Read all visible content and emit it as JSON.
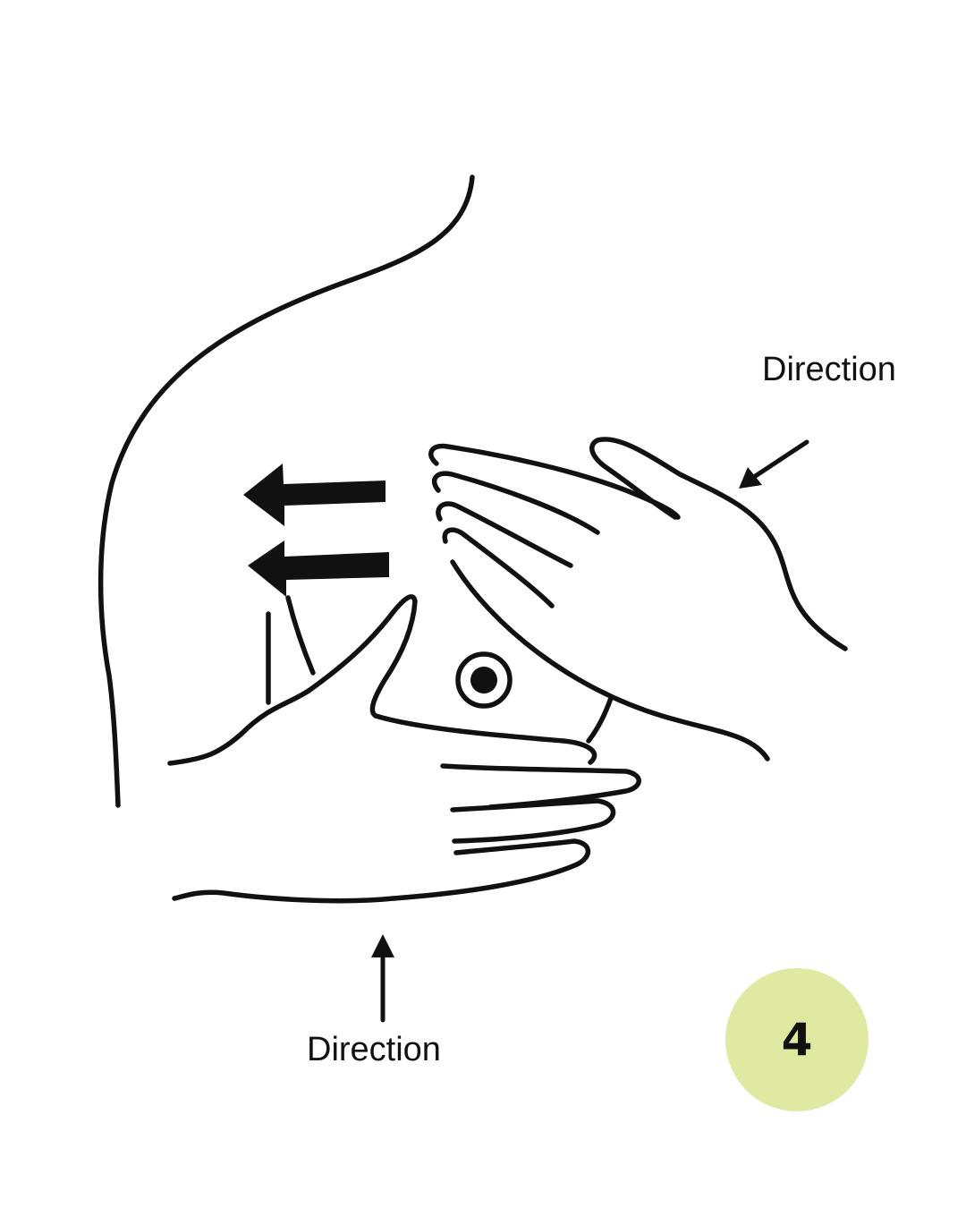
{
  "labels": {
    "top_direction": "Direction",
    "bottom_direction": "Direction"
  },
  "badge": {
    "step": "4",
    "color": "#dfe9a2"
  },
  "icons": {
    "left_arrows": "left-arrow-icon",
    "direction_arrows": "direction-arrow-icon",
    "nipple": "nipple-icon"
  },
  "colors": {
    "ink": "#111111",
    "background": "#ffffff"
  }
}
